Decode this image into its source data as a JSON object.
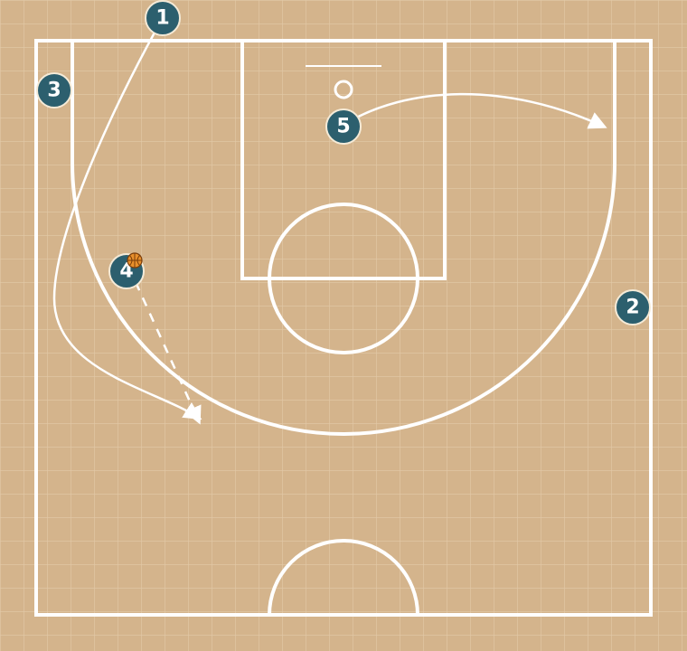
{
  "colors": {
    "court": "#d4b48c",
    "grid": "#e2c9a8",
    "lines": "#ffffff",
    "player_fill": "#2c5f6e",
    "player_stroke": "#f4ead7",
    "ball": "#e8902c"
  },
  "players": [
    {
      "id": "player-1",
      "label": "1"
    },
    {
      "id": "player-2",
      "label": "2"
    },
    {
      "id": "player-3",
      "label": "3"
    },
    {
      "id": "player-4",
      "label": "4",
      "has_ball": true
    },
    {
      "id": "player-5",
      "label": "5"
    }
  ],
  "actions": [
    {
      "id": "cut-player-1",
      "type": "cut",
      "from": "1"
    },
    {
      "id": "pass-player-4",
      "type": "pass",
      "from": "4"
    },
    {
      "id": "cut-player-5",
      "type": "cut",
      "from": "5"
    }
  ]
}
